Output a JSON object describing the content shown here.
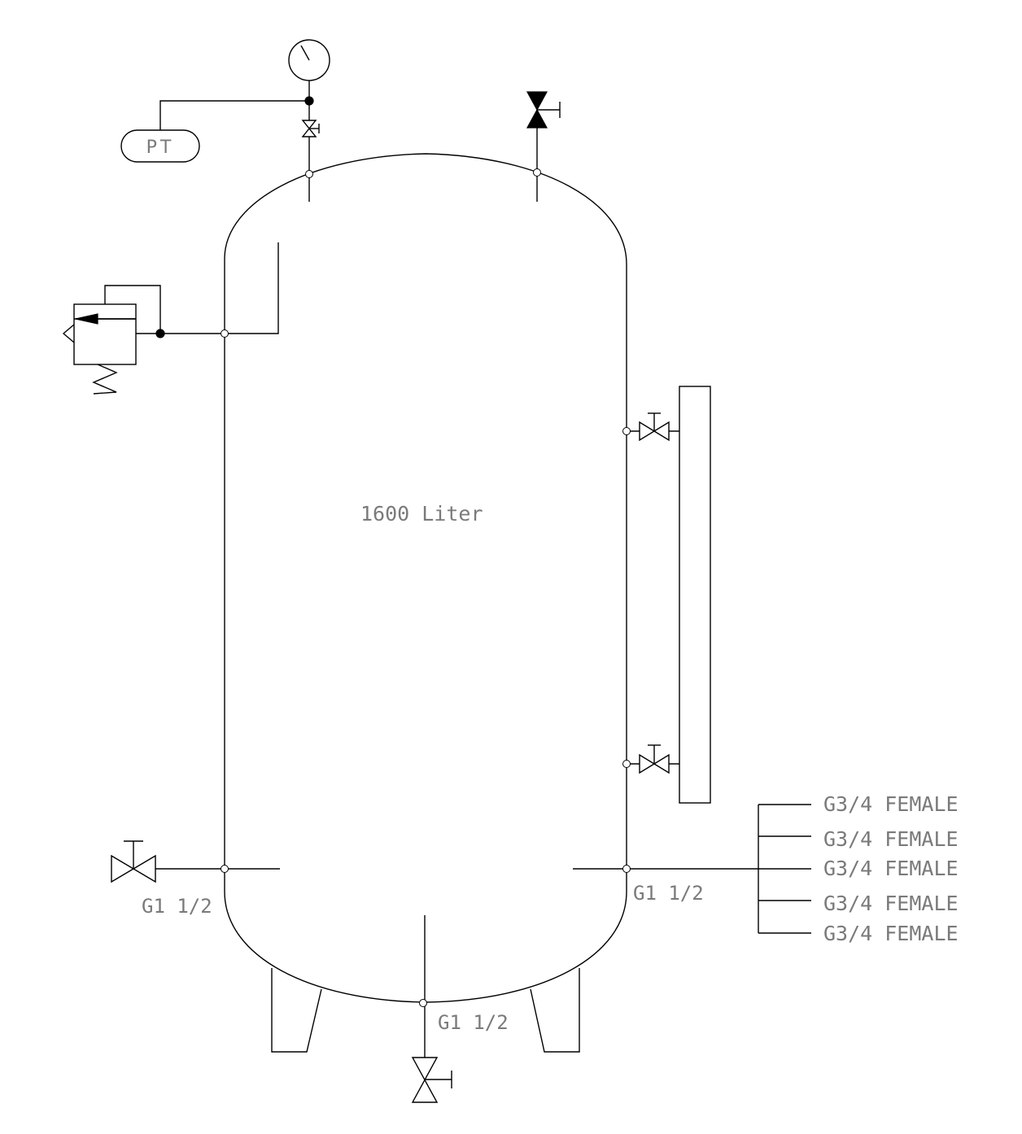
{
  "tank": {
    "capacity_label": "1600 Liter"
  },
  "instrument": {
    "pt_label": "PT"
  },
  "connections": {
    "left_outlet": "G1 1/2",
    "right_outlet": "G1 1/2",
    "bottom_drain": "G1 1/2"
  },
  "manifold": {
    "outlets": [
      "G3/4 FEMALE",
      "G3/4 FEMALE",
      "G3/4 FEMALE",
      "G3/4 FEMALE",
      "G3/4 FEMALE"
    ]
  }
}
